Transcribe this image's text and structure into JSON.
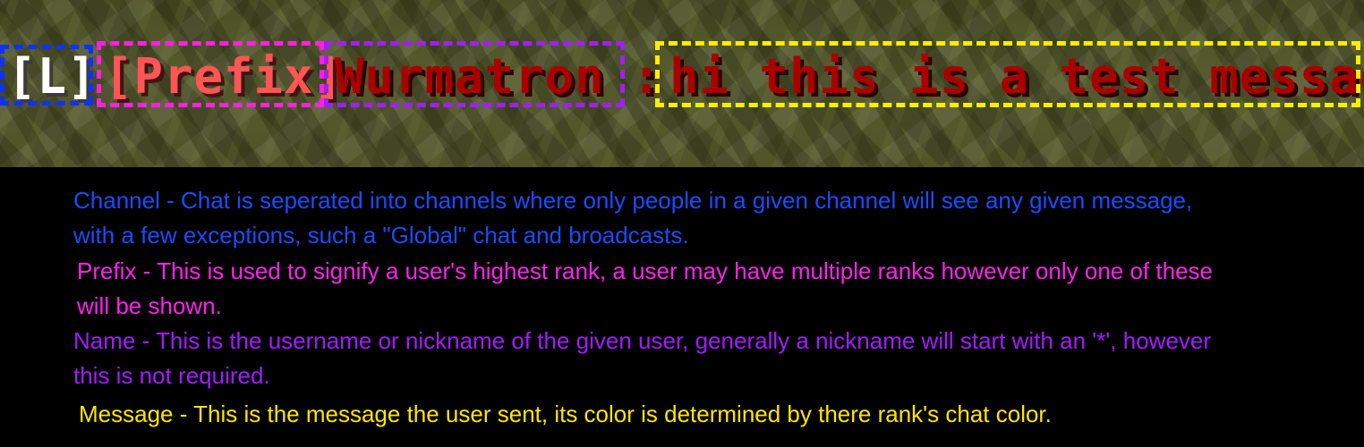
{
  "chat": {
    "channel": "[L]",
    "prefix": "[Prefix]",
    "name": "Wurmatron",
    "separator": ":",
    "message": "hi this is a test message"
  },
  "legend": {
    "channel": {
      "line1": "Channel - Chat is seperated into channels where only people in a given channel will see any given message,",
      "line2": "with a few exceptions, such a \"Global\" chat and broadcasts."
    },
    "prefix": {
      "line1": "Prefix - This is used to signify a user's highest rank, a user may have multiple ranks however only one of these",
      "line2": "will be shown."
    },
    "name": {
      "line1": "Name - This is the username or nickname of the given user, generally a nickname will start with an '*', however",
      "line2": "this is not required."
    },
    "message": {
      "line1": "Message - This is the message the user sent, its color is determined by there rank's chat color."
    }
  },
  "colors": {
    "channel_box": "#1030ff",
    "prefix_box": "#ff20e0",
    "name_box": "#a020f0",
    "message_box": "#ffee00",
    "channel_text": "#1a4cff",
    "prefix_text": "#ff22ee",
    "name_text": "#a21bff",
    "message_text": "#ffe600"
  }
}
